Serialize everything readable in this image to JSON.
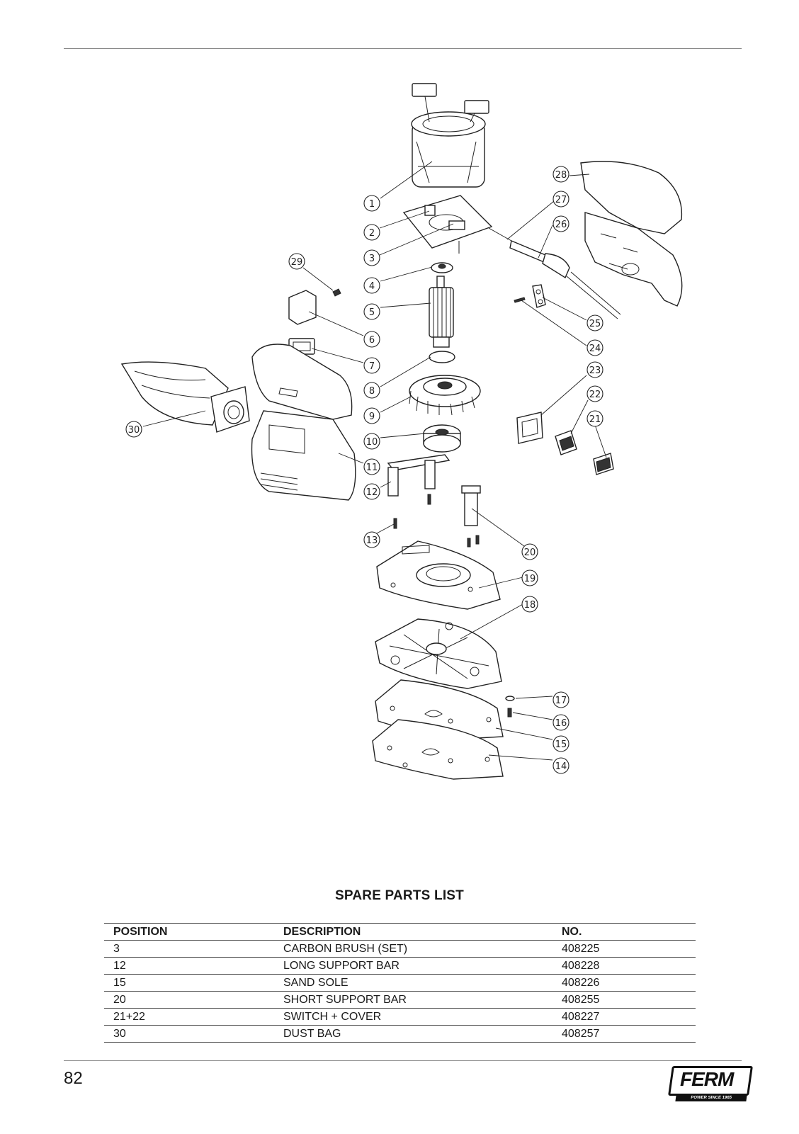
{
  "document": {
    "page_number": "82",
    "list_title": "SPARE PARTS LIST"
  },
  "brand": {
    "name": "FERM",
    "tagline": "POWER SINCE 1965"
  },
  "diagram": {
    "labels": [
      "1",
      "2",
      "3",
      "4",
      "5",
      "6",
      "7",
      "8",
      "9",
      "10",
      "11",
      "12",
      "13",
      "14",
      "15",
      "16",
      "17",
      "18",
      "19",
      "20",
      "21",
      "22",
      "23",
      "24",
      "25",
      "26",
      "27",
      "28",
      "29",
      "30"
    ]
  },
  "parts_table": {
    "headers": {
      "position": "POSITION",
      "description": "DESCRIPTION",
      "number": "NO."
    },
    "rows": [
      {
        "position": "3",
        "description": "CARBON BRUSH (SET)",
        "number": "408225"
      },
      {
        "position": "12",
        "description": "LONG SUPPORT BAR",
        "number": "408228"
      },
      {
        "position": "15",
        "description": "SAND SOLE",
        "number": "408226"
      },
      {
        "position": "20",
        "description": "SHORT SUPPORT BAR",
        "number": "408255"
      },
      {
        "position": "21+22",
        "description": "SWITCH + COVER",
        "number": "408227"
      },
      {
        "position": "30",
        "description": "DUST BAG",
        "number": "408257"
      }
    ]
  }
}
